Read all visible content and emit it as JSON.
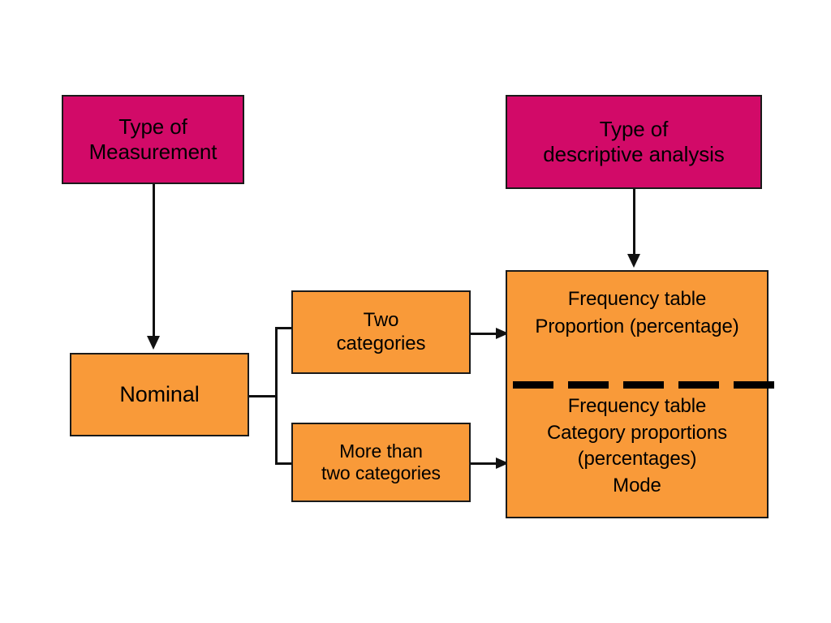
{
  "diagram": {
    "title": "Type of measurement to descriptive analysis flow",
    "colors": {
      "magenta": "#d20a68",
      "orange": "#f99a39",
      "stroke": "#1a1a1a",
      "background": "#ffffff",
      "text": "#000000"
    },
    "nodes": {
      "type_of_measurement": "Type of\nMeasurement",
      "type_of_descriptive_analysis": "Type of\ndescriptive analysis",
      "nominal": "Nominal",
      "two_categories": "Two\ncategories",
      "more_than_two_categories": "More than\ntwo categories",
      "results_two_categories": "Frequency table\nProportion (percentage)",
      "results_more_categories": "Frequency table\nCategory proportions\n(percentages)\nMode"
    },
    "edges": [
      {
        "name": "measurement-to-nominal",
        "from": "type_of_measurement",
        "to": "nominal",
        "style": "solid-arrow-down"
      },
      {
        "name": "analysis-to-results",
        "from": "type_of_descriptive_analysis",
        "to": "results-box",
        "style": "solid-arrow-down"
      },
      {
        "name": "nominal-to-categories",
        "from": "nominal",
        "to": "two_categories + more_than_two_categories",
        "style": "bracket"
      },
      {
        "name": "two-categories-to-results",
        "from": "two_categories",
        "to": "results_two_categories",
        "style": "solid-arrow-right"
      },
      {
        "name": "more-categories-to-results",
        "from": "more_than_two_categories",
        "to": "results_more_categories",
        "style": "solid-arrow-right"
      }
    ],
    "divider": {
      "name": "results-divider",
      "style": "thick-dashed",
      "color": "#000000"
    }
  }
}
